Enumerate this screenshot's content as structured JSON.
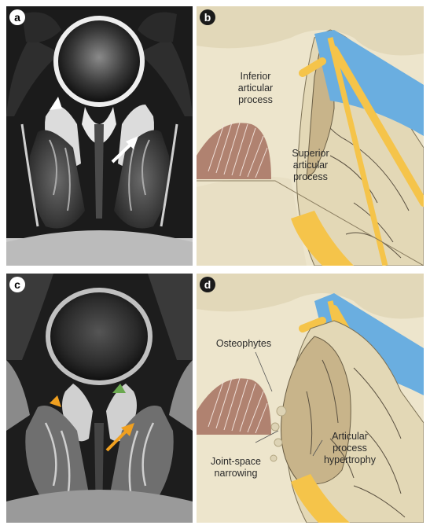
{
  "panels": {
    "a": {
      "label": "a"
    },
    "b": {
      "label": "b",
      "inferior_line1": "Inferior",
      "inferior_line2": "articular",
      "inferior_line3": "process",
      "superior_line1": "Superior",
      "superior_line2": "articular",
      "superior_line3": "process"
    },
    "c": {
      "label": "c"
    },
    "d": {
      "label": "d",
      "osteophytes": "Osteophytes",
      "joint_line1": "Joint-space",
      "joint_line2": "narrowing",
      "hyper_line1": "Articular",
      "hyper_line2": "process",
      "hyper_line3": "hypertrophy"
    }
  },
  "colors": {
    "bone": "#e6dcc0",
    "bone_dark": "#d2c7a5",
    "nerve": "#f5c44a",
    "vessel_blue": "#6aaee0",
    "muscle": "#b08270",
    "arrow_white": "#ffffff",
    "arrow_orange": "#f0a020",
    "arrow_green": "#6aa84f"
  }
}
